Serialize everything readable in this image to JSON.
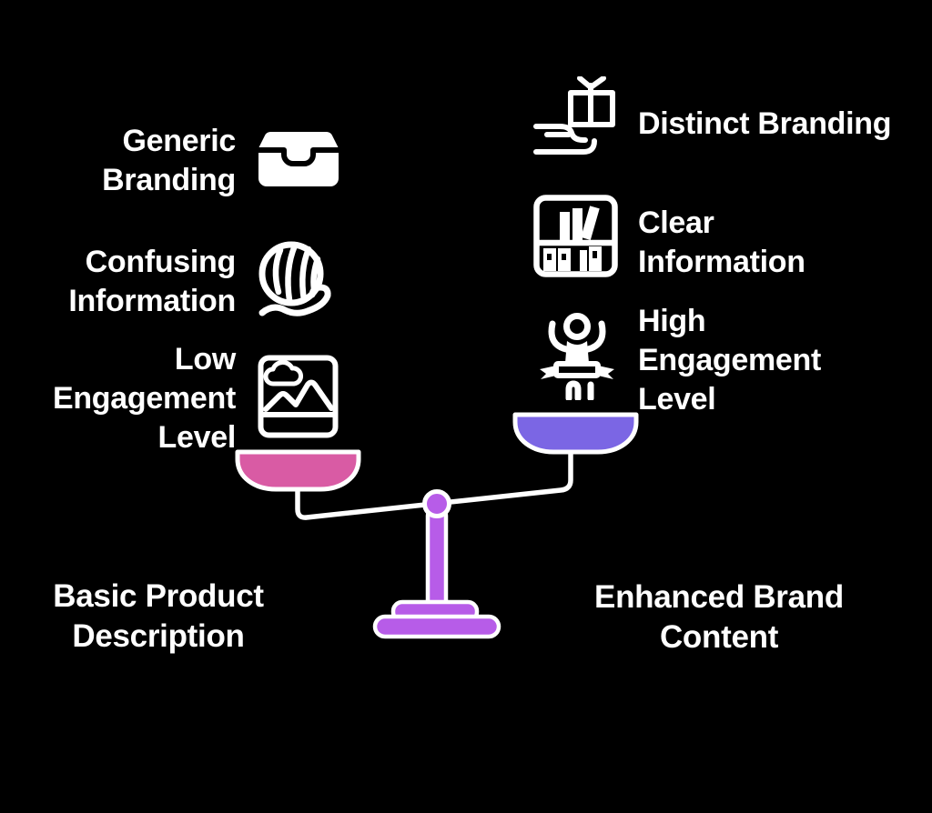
{
  "colors": {
    "background": "#000000",
    "text": "#ffffff",
    "pan_left_pink": "#d95ba4",
    "pan_right_purple": "#7b66e4",
    "stand_purple": "#b75ce8",
    "line_white": "#ffffff"
  },
  "left_column": {
    "items": [
      {
        "icon": "inbox-tray-icon",
        "label": "Generic\nBranding"
      },
      {
        "icon": "yarn-ball-icon",
        "label": "Confusing\nInformation"
      },
      {
        "icon": "image-photo-icon",
        "label": "Low\nEngagement\nLevel"
      }
    ],
    "caption": "Basic Product\nDescription"
  },
  "right_column": {
    "items": [
      {
        "icon": "gift-serving-icon",
        "label": "Distinct Branding"
      },
      {
        "icon": "bookshelf-icon",
        "label": "Clear\nInformation"
      },
      {
        "icon": "winner-ribbon-icon",
        "label": "High\nEngagement\nLevel"
      }
    ],
    "caption": "Enhanced Brand\nContent"
  },
  "scale": {
    "type": "balance-scale",
    "left_pan_side": "Basic Product Description",
    "right_pan_side": "Enhanced Brand Content",
    "tilt": "left-pan-lower"
  }
}
